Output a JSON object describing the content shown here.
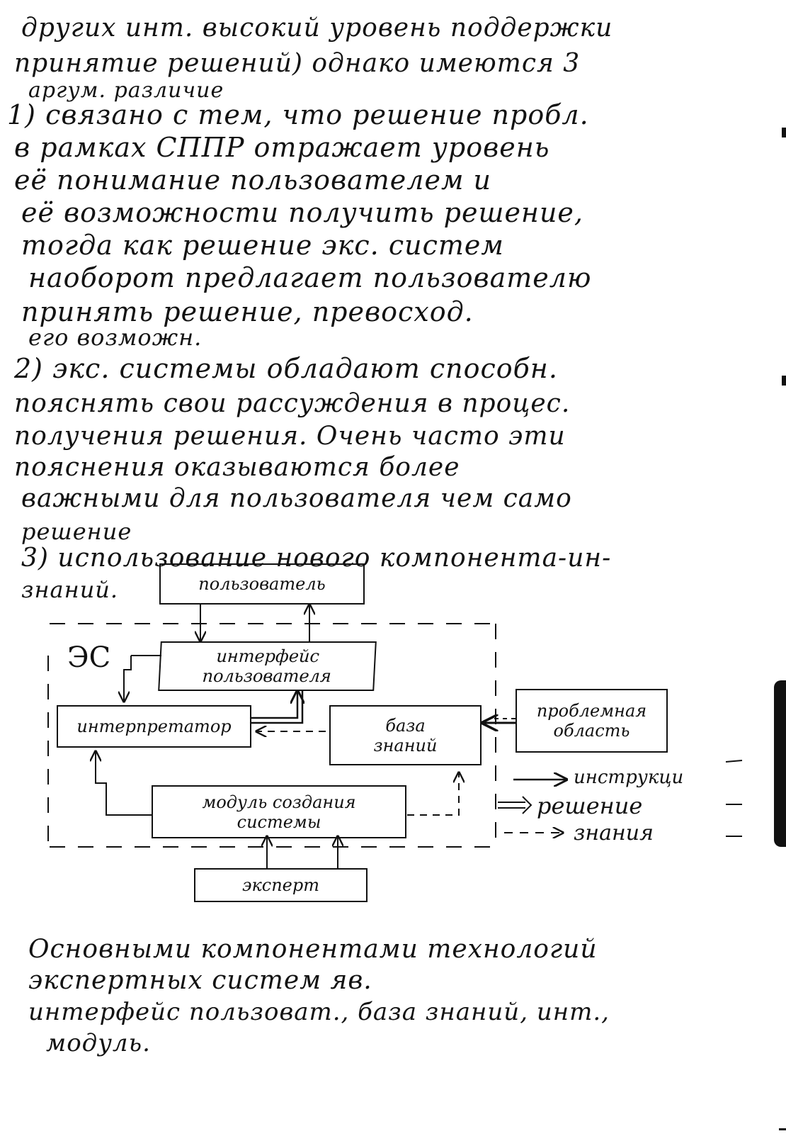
{
  "text_lines": [
    "других инт. высокий уровень поддержки",
    "принятие решений) однако имеются 3",
    "аргум. различие",
    "1) связано с тем, что решение пробл.",
    "в рамках СППР отражает уровень",
    "её понимание пользователем и",
    "её возможности получить решение,",
    "тогда как решение экс. систем",
    "наоборот предлагает пользователю",
    "принять решение, превосход.",
    "его возможн.",
    "2) экс. системы обладают способн.",
    "пояснять свои рассуждения в процес.",
    "получения решения. Очень часто эти",
    "пояснения оказываются более",
    "важными для пользователя чем само",
    "решение",
    "3) использование нового компонента-ин-",
    "знаний."
  ],
  "diagram": {
    "es_label": "ЭС",
    "nodes": {
      "user": "пользователь",
      "user_interface": [
        "интерфейс",
        "пользователя"
      ],
      "interpreter": "интерпретатор",
      "knowledge_base": [
        "база",
        "знаний"
      ],
      "problem_area": [
        "проблемная",
        "область"
      ],
      "creation_module": [
        "модуль создания",
        "системы"
      ],
      "expert": "эксперт"
    },
    "legend": [
      {
        "style": "solid",
        "label": "инструкци"
      },
      {
        "style": "double",
        "label": "решение"
      },
      {
        "style": "dashed",
        "label": "знания"
      }
    ]
  },
  "bottom_lines": [
    "Основными компонентами технологий",
    "экспертных систем яв.",
    "интерфейс пользоват., база знаний, инт.,",
    "модуль."
  ]
}
